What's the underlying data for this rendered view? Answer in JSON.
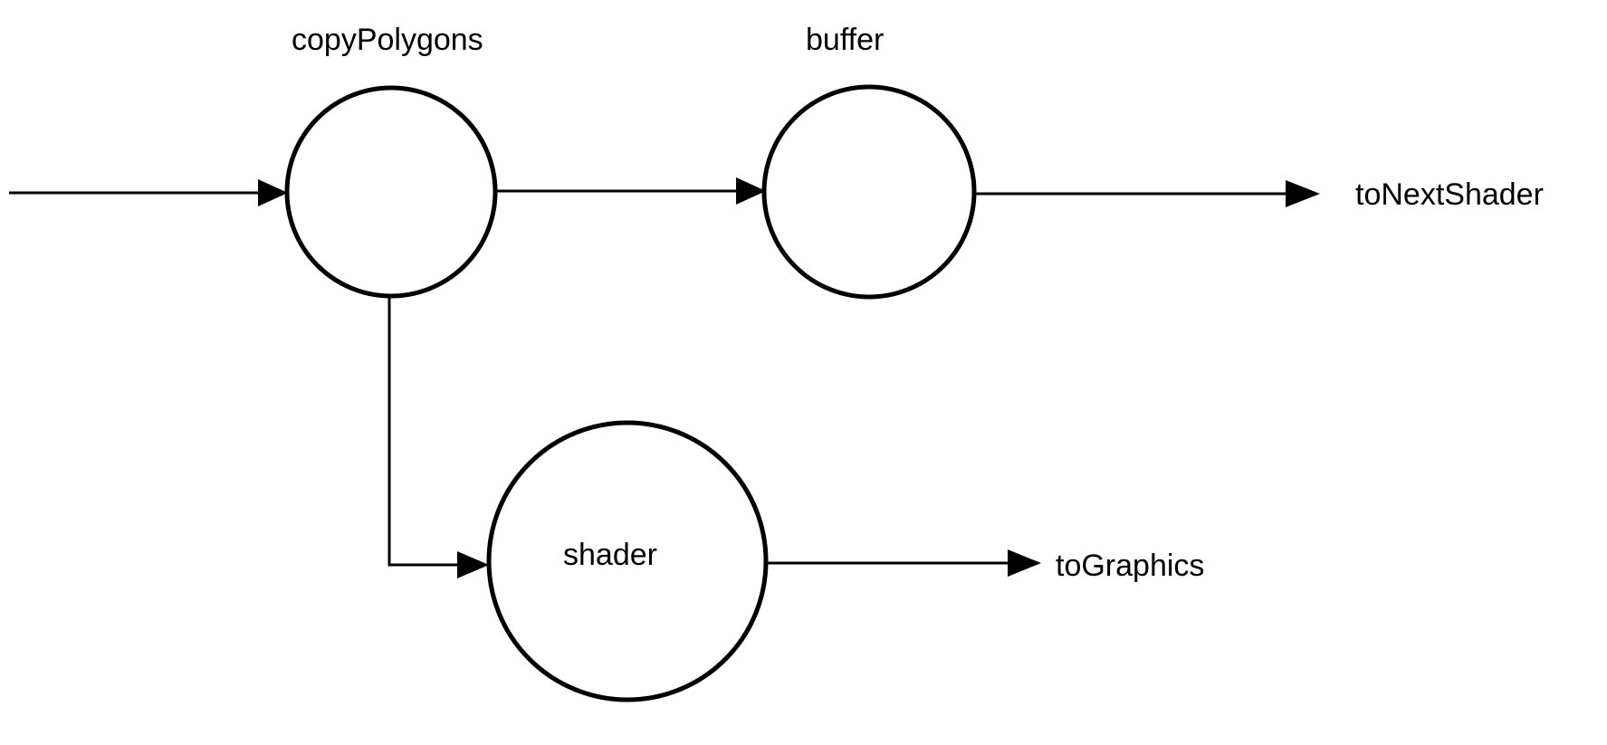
{
  "nodes": {
    "copy_polygons": {
      "label": "copyPolygons"
    },
    "buffer": {
      "label": "buffer"
    },
    "shader": {
      "label": "shader"
    }
  },
  "outputs": {
    "to_next_shader": "toNextShader",
    "to_graphics": "toGraphics"
  },
  "colors": {
    "stroke": "#000000",
    "background": "#ffffff"
  }
}
